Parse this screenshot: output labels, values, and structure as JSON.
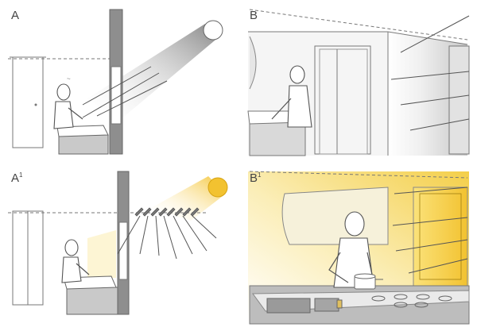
{
  "panels": [
    {
      "id": "A",
      "label": "A",
      "superscript": ""
    },
    {
      "id": "B",
      "label": "B",
      "superscript": ""
    },
    {
      "id": "A1",
      "label": "A",
      "superscript": "1"
    },
    {
      "id": "B1",
      "label": "B",
      "superscript": "1"
    }
  ],
  "colors": {
    "shadow_grey": "#9a9a9a",
    "light_grey": "#e8e8e8",
    "sun_yellow": "#f2c230",
    "warm_light": "#fbe9a6",
    "line": "#555555"
  }
}
